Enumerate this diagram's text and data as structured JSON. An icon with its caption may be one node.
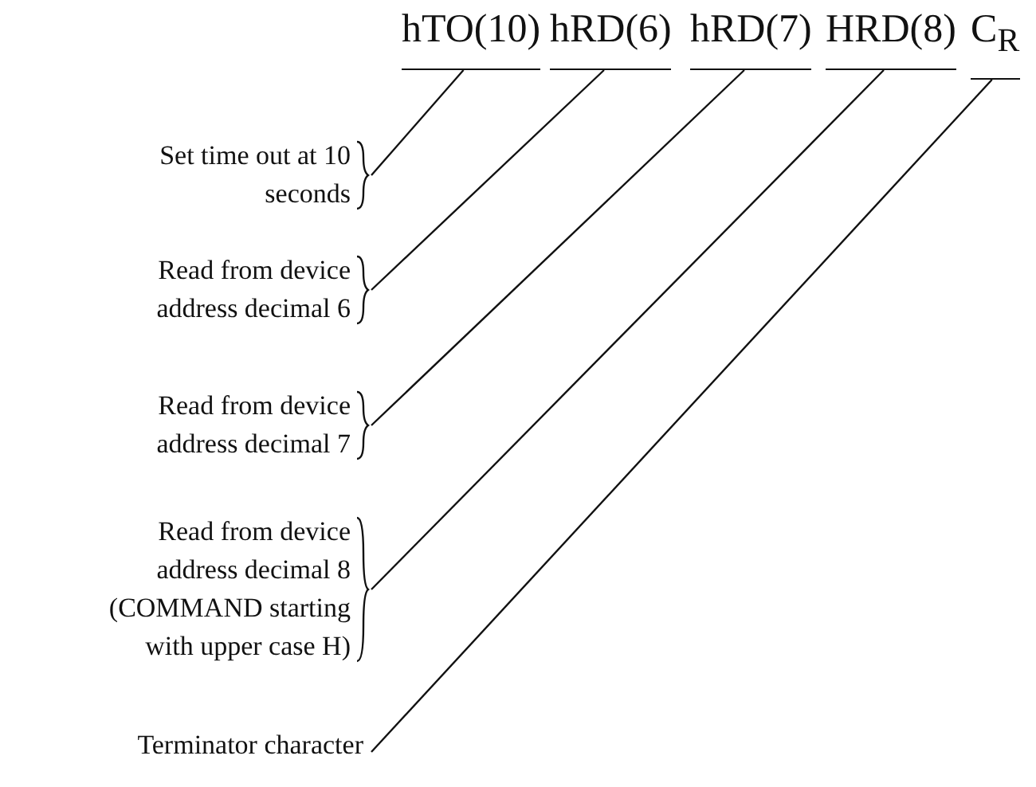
{
  "diagram": {
    "nodes": [
      {
        "text": [
          "hTO(10)"
        ]
      },
      {
        "text": [
          "hRD(6)"
        ]
      },
      {
        "text": [
          "hRD(7)"
        ]
      },
      {
        "text": [
          "HRD(8)"
        ]
      },
      {
        "text": [
          "C$_{R}$"
        ]
      },
      {
        "text": [
          "Set time out at 10 seconds"
        ]
      },
      {
        "text": [
          "Read from device address decimal 6"
        ]
      },
      {
        "text": [
          "Read from device address decimal 7"
        ]
      },
      {
        "text": [
          "Read from device address decimal 8 (COMMAND starting with upper case H)"
        ]
      },
      {
        "text": [
          "Terminator character"
        ]
      }
    ],
    "edges": [
      {
        "from": 5,
        "to": 0,
        "arrow": "none"
      },
      {
        "from": 6,
        "to": 1,
        "arrow": "none"
      },
      {
        "from": 7,
        "to": 2,
        "arrow": "none"
      },
      {
        "from": 8,
        "to": 3,
        "arrow": "none"
      },
      {
        "from": 9,
        "to": 4,
        "arrow": "none"
      }
    ]
  }
}
